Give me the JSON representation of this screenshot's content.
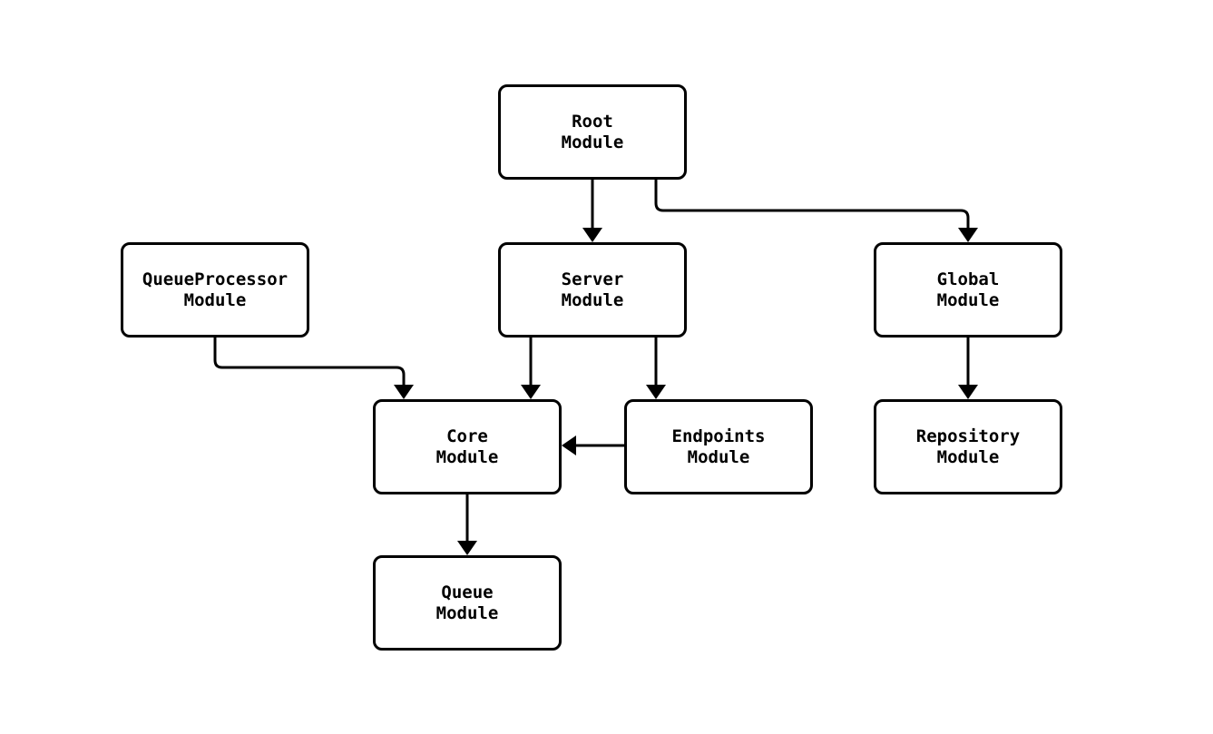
{
  "diagram": {
    "type": "module-dependency-graph",
    "colors": {
      "node_border": "#000000",
      "node_fill": "#ffffff",
      "edge_stroke": "#000000",
      "text": "#000000",
      "background": "#ffffff"
    },
    "nodes": [
      {
        "id": "root",
        "label": "Root\nModule"
      },
      {
        "id": "queueprocessor",
        "label": "QueueProcessor\nModule"
      },
      {
        "id": "server",
        "label": "Server\nModule"
      },
      {
        "id": "global",
        "label": "Global\nModule"
      },
      {
        "id": "core",
        "label": "Core\nModule"
      },
      {
        "id": "endpoints",
        "label": "Endpoints\nModule"
      },
      {
        "id": "repository",
        "label": "Repository\nModule"
      },
      {
        "id": "queue",
        "label": "Queue\nModule"
      }
    ],
    "edges": [
      {
        "from": "root",
        "to": "server"
      },
      {
        "from": "root",
        "to": "global"
      },
      {
        "from": "queueprocessor",
        "to": "core"
      },
      {
        "from": "server",
        "to": "core"
      },
      {
        "from": "server",
        "to": "endpoints"
      },
      {
        "from": "endpoints",
        "to": "core"
      },
      {
        "from": "global",
        "to": "repository"
      },
      {
        "from": "core",
        "to": "queue"
      }
    ]
  }
}
